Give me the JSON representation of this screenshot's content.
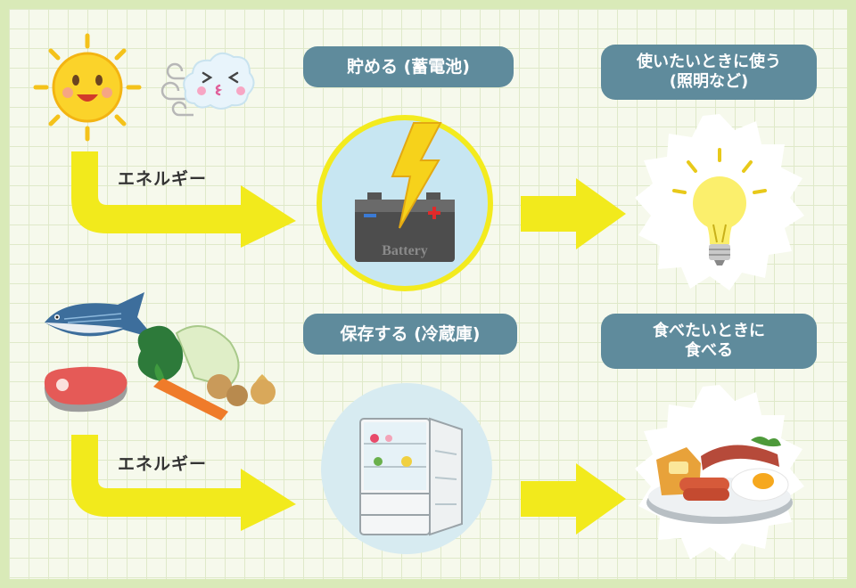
{
  "row1": {
    "energy_label": "エネルギー",
    "store_label": "貯める (蓄電池)",
    "use_label_line1": "使いたいときに使う",
    "use_label_line2": "(照明など)",
    "battery_text": "Battery"
  },
  "row2": {
    "energy_label": "エネルギー",
    "store_label": "保存する (冷蔵庫)",
    "use_label_line1": "食べたいときに",
    "use_label_line2": "食べる"
  },
  "colors": {
    "arrow": "#f2ea1c",
    "pill": "#5f8b9c",
    "grid": "#dfe9c9",
    "border": "#d9eab8"
  },
  "icons": [
    "sun-icon",
    "wind-cloud-icon",
    "battery-icon",
    "lightning-icon",
    "light-bulb-icon",
    "fish-icon",
    "meat-icon",
    "vegetables-icon",
    "refrigerator-icon",
    "breakfast-plate-icon"
  ]
}
